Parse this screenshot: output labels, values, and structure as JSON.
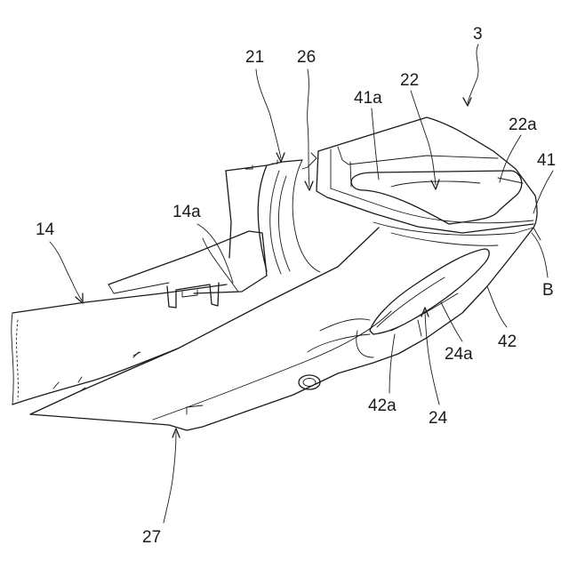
{
  "figure": {
    "labels": [
      {
        "id": "3",
        "text": "3"
      },
      {
        "id": "21",
        "text": "21"
      },
      {
        "id": "26",
        "text": "26"
      },
      {
        "id": "22",
        "text": "22"
      },
      {
        "id": "41a",
        "text": "41a"
      },
      {
        "id": "22a",
        "text": "22a"
      },
      {
        "id": "41",
        "text": "41"
      },
      {
        "id": "14",
        "text": "14"
      },
      {
        "id": "14a",
        "text": "14a"
      },
      {
        "id": "B",
        "text": "B"
      },
      {
        "id": "42",
        "text": "42"
      },
      {
        "id": "24a",
        "text": "24a"
      },
      {
        "id": "42a",
        "text": "42a"
      },
      {
        "id": "24",
        "text": "24"
      },
      {
        "id": "27",
        "text": "27"
      }
    ]
  }
}
